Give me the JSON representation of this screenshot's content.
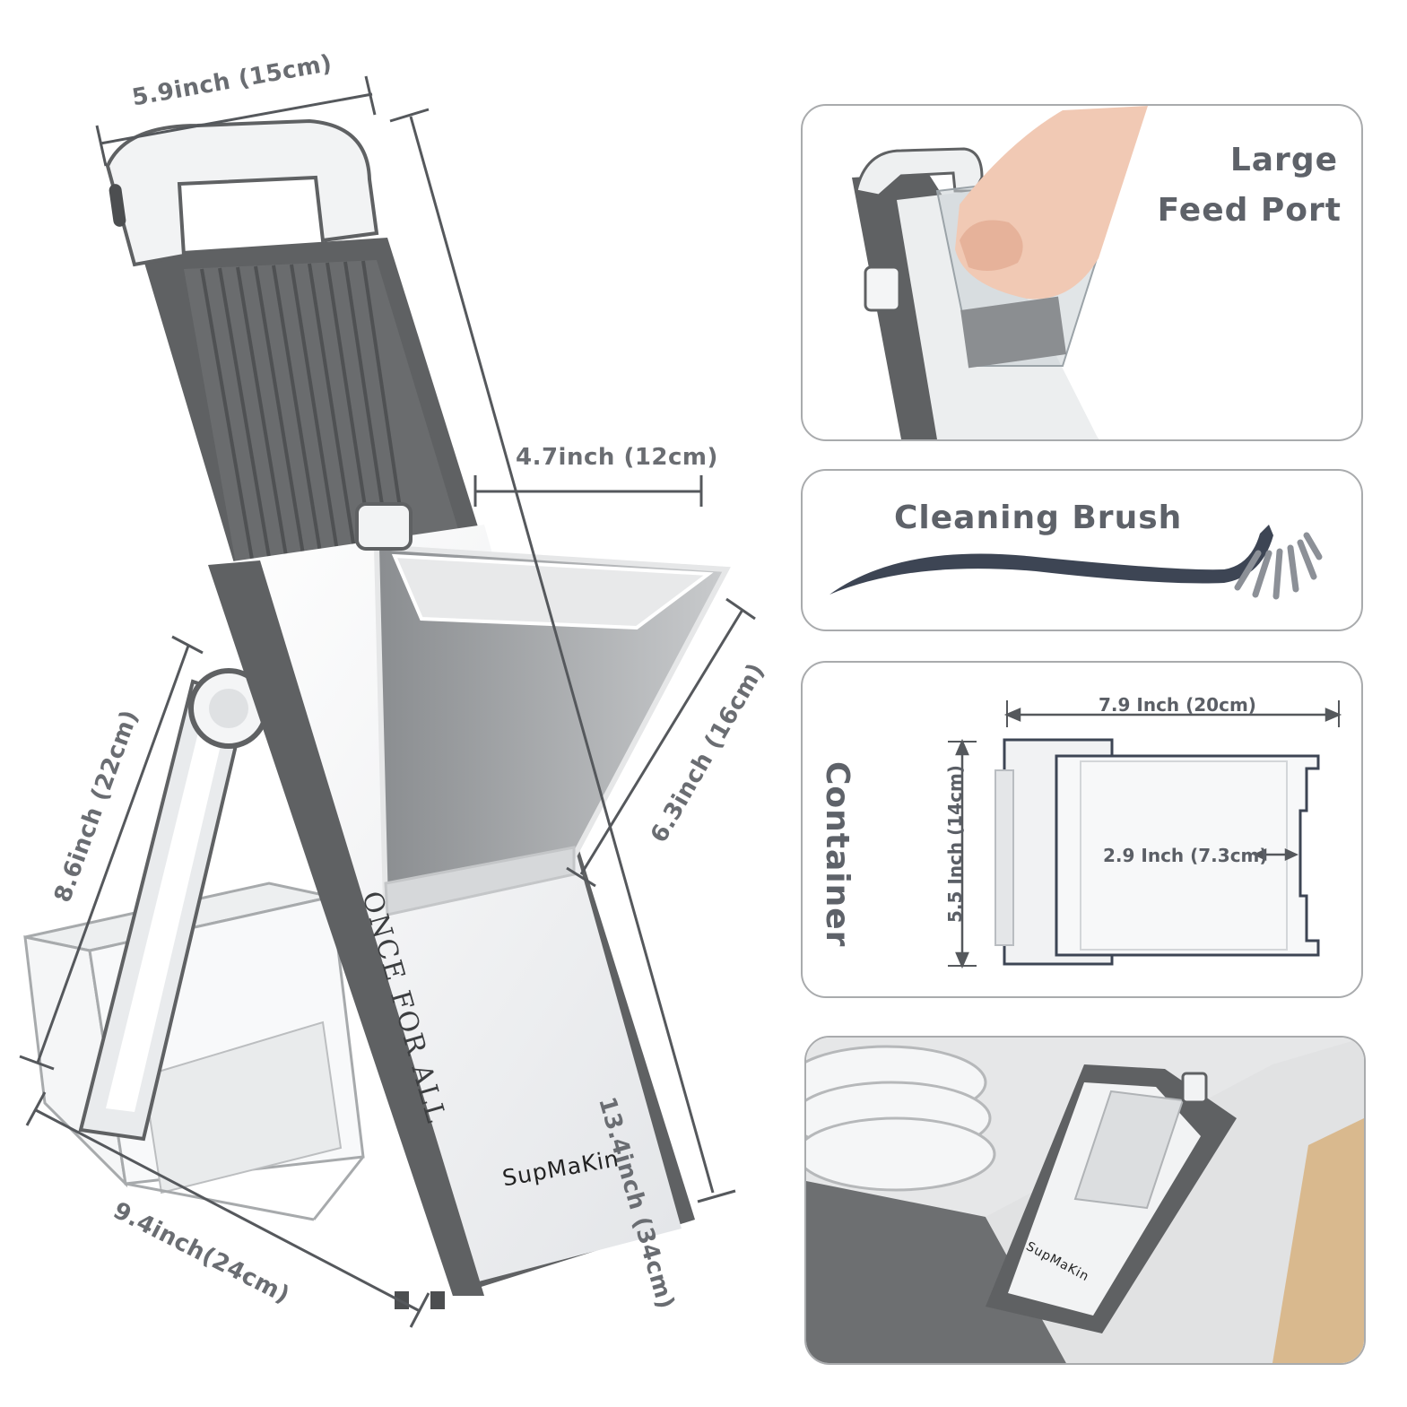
{
  "product": {
    "brand": "SupMaKin",
    "side_print": "ONCE FOR ALL"
  },
  "dimensions": {
    "handle_width": "5.9inch (15cm)",
    "height": "13.4inch (34cm)",
    "chute_width": "4.7inch (12cm)",
    "chute_height": "6.3inch (16cm)",
    "leg_length": "8.6inch (22cm)",
    "base_length": "9.4inch(24cm)"
  },
  "panels": {
    "feed_port": {
      "title_line1": "Large",
      "title_line2": "Feed Port"
    },
    "brush": {
      "title": "Cleaning Brush"
    },
    "container": {
      "title": "Container",
      "width": "7.9 Inch (20cm)",
      "height": "5.5 Inch (14cm)",
      "inner": "2.9 Inch (7.3cm)"
    },
    "storage": {
      "brand": "SupMaKin"
    }
  },
  "colors": {
    "body_dark": "#5f6163",
    "body_white": "#f4f5f6",
    "dimension_text": "#6a6d72",
    "brush": "#3d4554",
    "panel_border": "#a9abad"
  }
}
